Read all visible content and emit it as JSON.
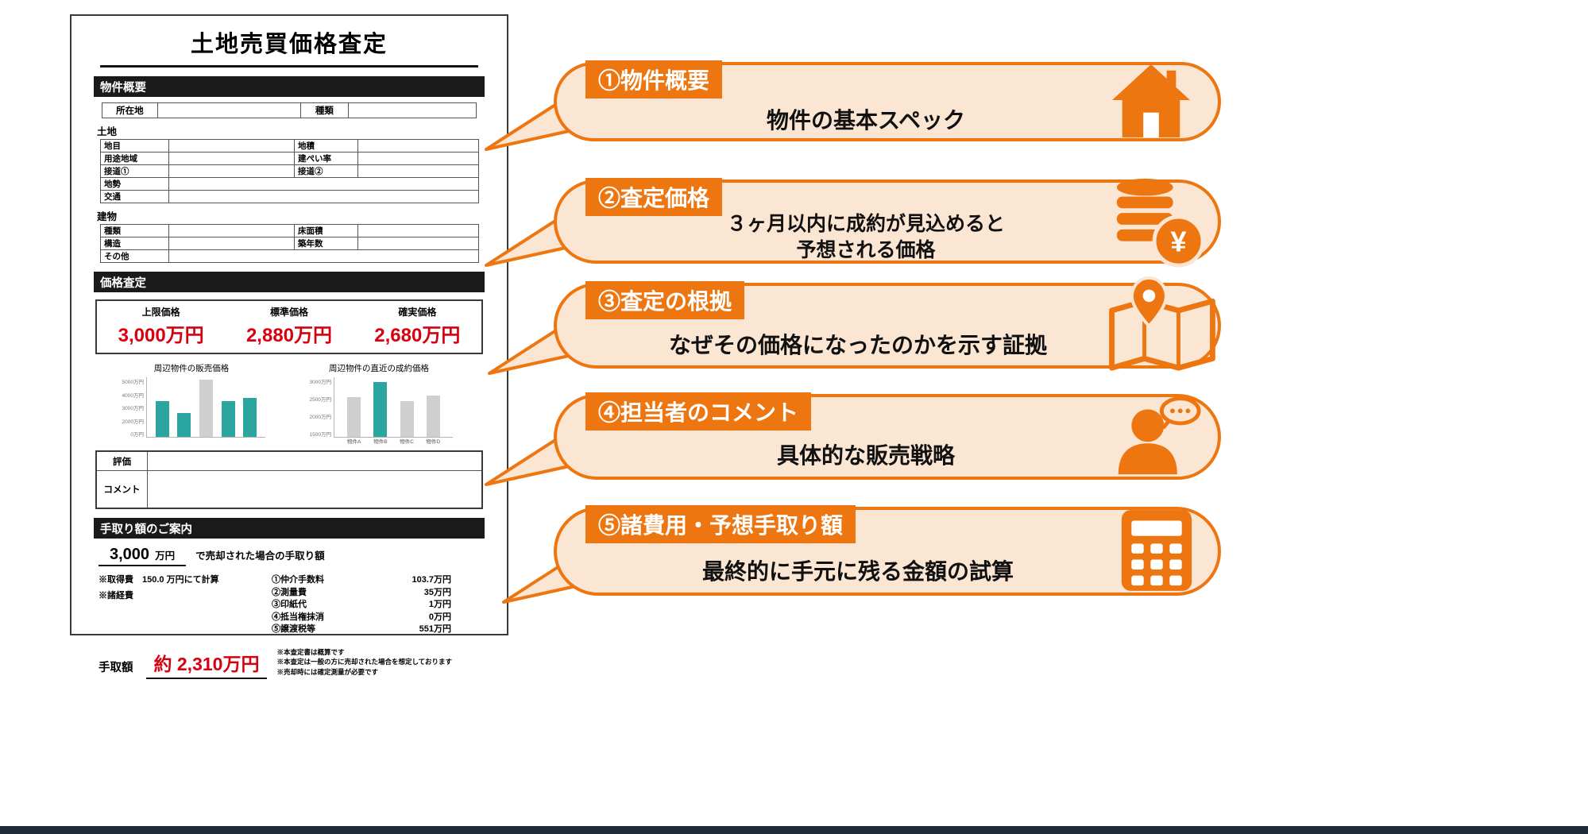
{
  "colors": {
    "orange": "#ED7611",
    "peach": "#FBE5D3",
    "red": "#D7000F",
    "teal": "#2AA5A0",
    "gray_bar": "#CFCFCF",
    "bar_black": "#1A1A1A",
    "footer_bar": "#1F2B38"
  },
  "document": {
    "title": "土地売買価格査定",
    "overview": {
      "header": "物件概要",
      "top_row": {
        "c1": "所在地",
        "c2": "種類"
      },
      "land_title": "土地",
      "land_rows": [
        {
          "l1": "地目",
          "l2": "地積"
        },
        {
          "l1": "用途地域",
          "l2": "建ぺい率"
        },
        {
          "l1": "接道①",
          "l2": "接道②"
        },
        {
          "l1": "地勢"
        },
        {
          "l1": "交通"
        }
      ],
      "building_title": "建物",
      "building_rows": [
        {
          "l1": "種類",
          "l2": "床面積"
        },
        {
          "l1": "構造",
          "l2": "築年数"
        },
        {
          "l1": "その他"
        }
      ]
    },
    "appraisal": {
      "header": "価格査定",
      "prices": [
        {
          "label": "上限価格",
          "value": "3,000万円"
        },
        {
          "label": "標準価格",
          "value": "2,880万円"
        },
        {
          "label": "確実価格",
          "value": "2,680万円"
        }
      ],
      "eval_label": "評価",
      "comment_label": "コメント"
    },
    "proceeds": {
      "header": "手取り額のご案内",
      "amount": "3,000",
      "amount_unit": "万円",
      "amount_desc": "で売却された場合の手取り額",
      "calc_notes": [
        "※取得費　150.0 万円にて計算",
        "※諸経費"
      ],
      "costs": [
        {
          "label": "①仲介手数料",
          "value": "103.7万円"
        },
        {
          "label": "②測量費",
          "value": "35万円"
        },
        {
          "label": "③印紙代",
          "value": "1万円"
        },
        {
          "label": "④抵当権抹消",
          "value": "0万円"
        },
        {
          "label": "⑤譲渡税等",
          "value": "551万円"
        }
      ],
      "net_label": "手取額",
      "net_value": "約 2,310万円",
      "footnotes": [
        "※本査定書は概算です",
        "※本査定は一般の方に売却された場合を想定しております",
        "※売却時には確定測量が必要です"
      ]
    }
  },
  "chart_data": [
    {
      "type": "bar",
      "title": "周辺物件の販売価格",
      "categories": [
        "",
        "",
        "",
        "",
        ""
      ],
      "values": [
        3000,
        2000,
        4800,
        3000,
        3300
      ],
      "bar_colors": [
        "teal",
        "teal",
        "gray_bar",
        "teal",
        "teal"
      ],
      "yticks": [
        "5000万円",
        "4000万円",
        "3000万円",
        "2000万円",
        "0万円"
      ],
      "ylim": [
        0,
        5000
      ],
      "xlabel": "",
      "ylabel": "",
      "legend": false,
      "grid": false
    },
    {
      "type": "bar",
      "title": "周辺物件の直近の成約価格",
      "categories": [
        "物件A",
        "物件B",
        "物件C",
        "物件D"
      ],
      "values": [
        2000,
        2750,
        1800,
        2100
      ],
      "bar_colors": [
        "gray_bar",
        "teal",
        "gray_bar",
        "gray_bar"
      ],
      "yticks": [
        "3000万円",
        "2500万円",
        "2000万円",
        "1500万円"
      ],
      "ylim": [
        0,
        3000
      ],
      "xlabel": "",
      "ylabel": "",
      "legend": false,
      "grid": false
    }
  ],
  "callouts": [
    {
      "header": "①物件概要",
      "body": "物件の基本スペック",
      "icon": "house-icon"
    },
    {
      "header": "②査定価格",
      "body": "３ヶ月以内に成約が見込めると",
      "body2": "予想される価格",
      "icon": "coins-yen-icon"
    },
    {
      "header": "③査定の根拠",
      "body": "なぜその価格になったのかを示す証拠",
      "icon": "map-pin-icon"
    },
    {
      "header": "④担当者のコメント",
      "body": "具体的な販売戦略",
      "icon": "person-chat-icon"
    },
    {
      "header": "⑤諸費用・予想手取り額",
      "body": "最終的に手元に残る金額の試算",
      "icon": "calculator-icon"
    }
  ]
}
